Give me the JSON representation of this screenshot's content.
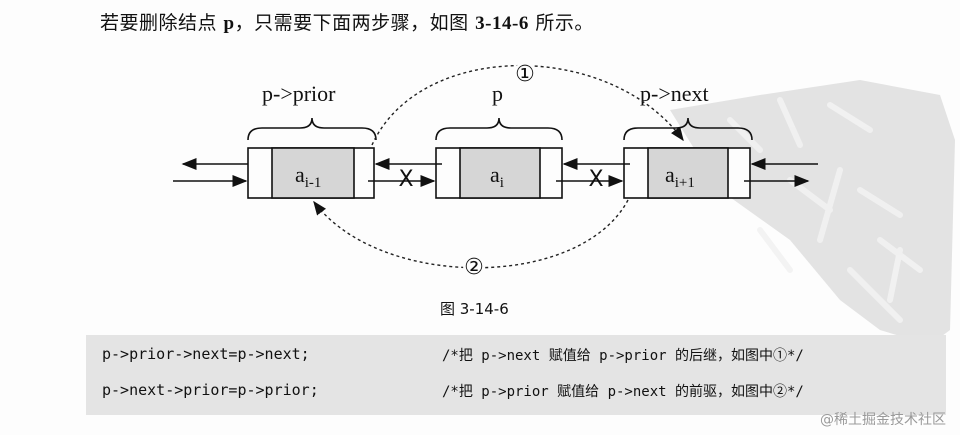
{
  "intro": {
    "prefix": "若要删除结点 ",
    "var_p": "p",
    "middle": "，只需要下面两步骤，如图 ",
    "figref": "3-14-6",
    "suffix": " 所示。"
  },
  "diagram": {
    "label_prior": "p->prior",
    "label_p": "p",
    "label_next": "p->next",
    "node_prior_text": "a",
    "node_prior_sub": "i-1",
    "node_p_text": "a",
    "node_p_sub": "i",
    "node_next_text": "a",
    "node_next_sub": "i+1",
    "step1_marker": "①",
    "step2_marker": "②",
    "cross_mark": "X"
  },
  "caption": "图 3-14-6",
  "code": {
    "line1_code": "p->prior->next=p->next;",
    "line1_comment": "/*把 p->next 赋值给 p->prior 的后继，如图中①*/",
    "line2_code": "p->next->prior=p->prior;",
    "line2_comment": "/*把 p->prior 赋值给 p->next 的前驱，如图中②*/"
  },
  "footer_watermark": "@稀土掘金技术社区",
  "colors": {
    "node_fill": "#d6d6d6",
    "code_bg": "#e4e4e4",
    "watermark_gray": "#cfcfcf"
  }
}
